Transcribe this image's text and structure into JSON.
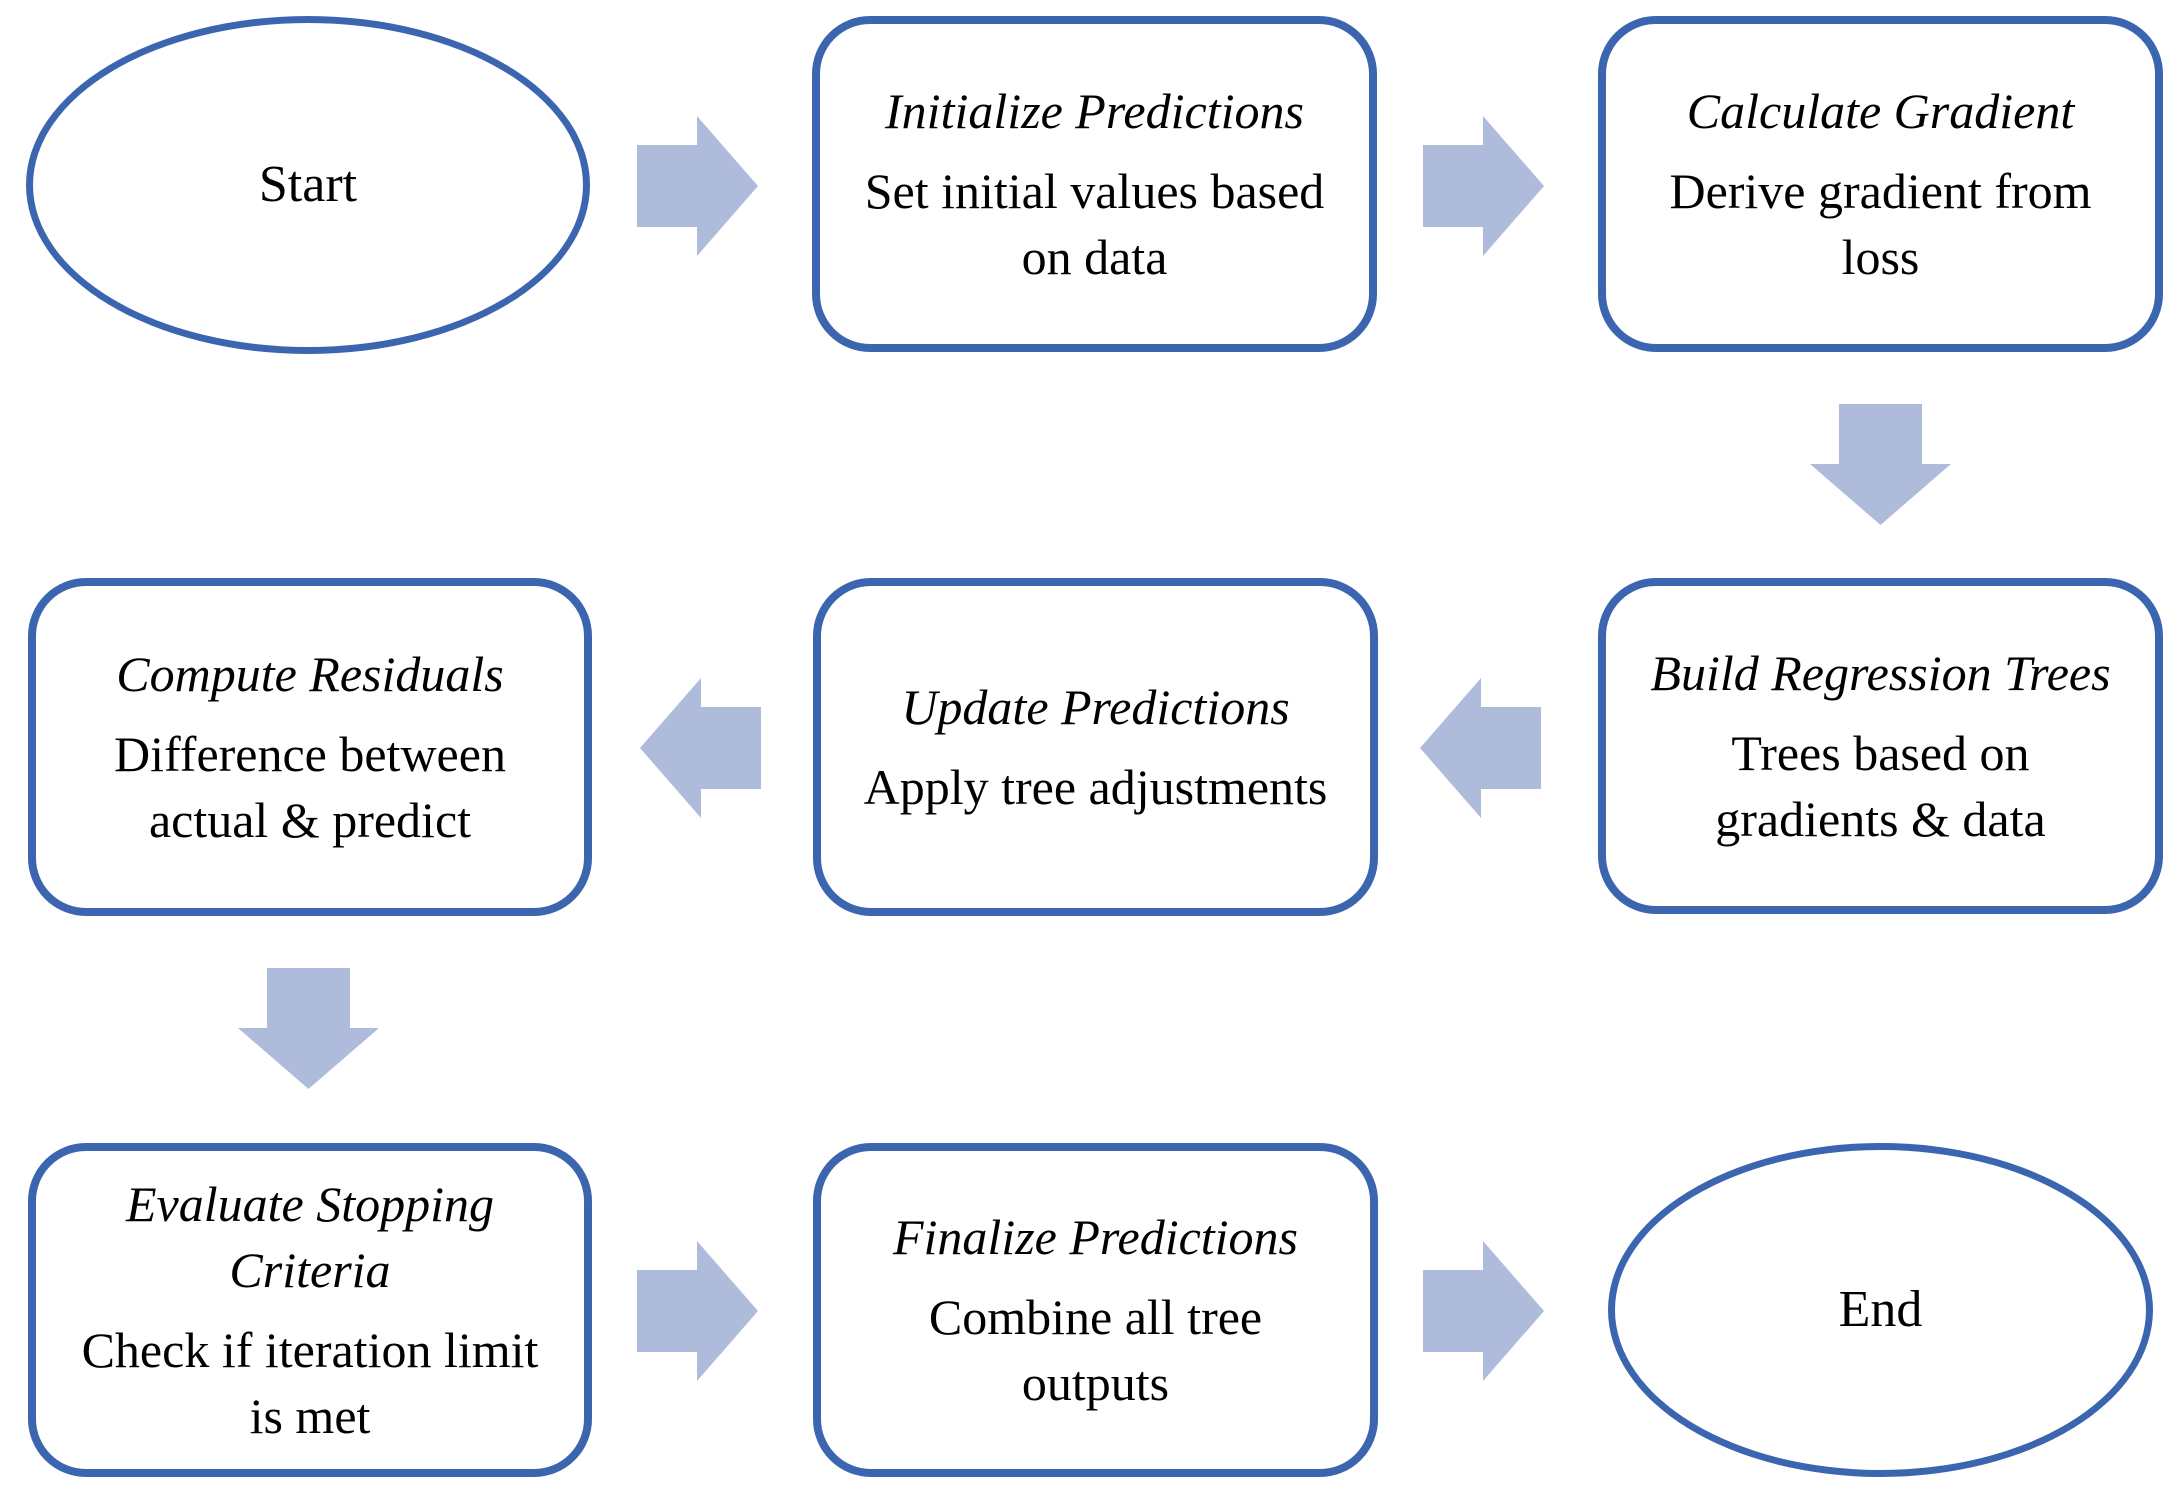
{
  "flowchart": {
    "colors": {
      "shape_border": "#3B66AF",
      "arrow_fill": "#AFBBDB",
      "background": "#FFFFFF",
      "text": "#000000"
    },
    "nodes": [
      {
        "id": "start",
        "shape": "ellipse",
        "label": "Start"
      },
      {
        "id": "initialize-predictions",
        "shape": "rounded-rect",
        "title": "Initialize Predictions",
        "subtitle": "Set initial values based\non data"
      },
      {
        "id": "calculate-gradient",
        "shape": "rounded-rect",
        "title": "Calculate Gradient",
        "subtitle": "Derive gradient from\nloss"
      },
      {
        "id": "build-regression-trees",
        "shape": "rounded-rect",
        "title": "Build Regression Trees",
        "subtitle": "Trees based on\ngradients & data"
      },
      {
        "id": "update-predictions",
        "shape": "rounded-rect",
        "title": "Update Predictions",
        "subtitle": "Apply tree adjustments"
      },
      {
        "id": "compute-residuals",
        "shape": "rounded-rect",
        "title": "Compute Residuals",
        "subtitle": "Difference between\nactual & predict"
      },
      {
        "id": "evaluate-stopping-criteria",
        "shape": "rounded-rect",
        "title": "Evaluate Stopping\nCriteria",
        "subtitle": "Check if iteration limit\nis met"
      },
      {
        "id": "finalize-predictions",
        "shape": "rounded-rect",
        "title": "Finalize Predictions",
        "subtitle": "Combine all tree\noutputs"
      },
      {
        "id": "end",
        "shape": "ellipse",
        "label": "End"
      }
    ],
    "connections": [
      {
        "from": "start",
        "to": "initialize-predictions",
        "direction": "right"
      },
      {
        "from": "initialize-predictions",
        "to": "calculate-gradient",
        "direction": "right"
      },
      {
        "from": "calculate-gradient",
        "to": "build-regression-trees",
        "direction": "down"
      },
      {
        "from": "build-regression-trees",
        "to": "update-predictions",
        "direction": "left"
      },
      {
        "from": "update-predictions",
        "to": "compute-residuals",
        "direction": "left"
      },
      {
        "from": "compute-residuals",
        "to": "evaluate-stopping-criteria",
        "direction": "down"
      },
      {
        "from": "evaluate-stopping-criteria",
        "to": "finalize-predictions",
        "direction": "right"
      },
      {
        "from": "finalize-predictions",
        "to": "end",
        "direction": "right"
      }
    ]
  }
}
